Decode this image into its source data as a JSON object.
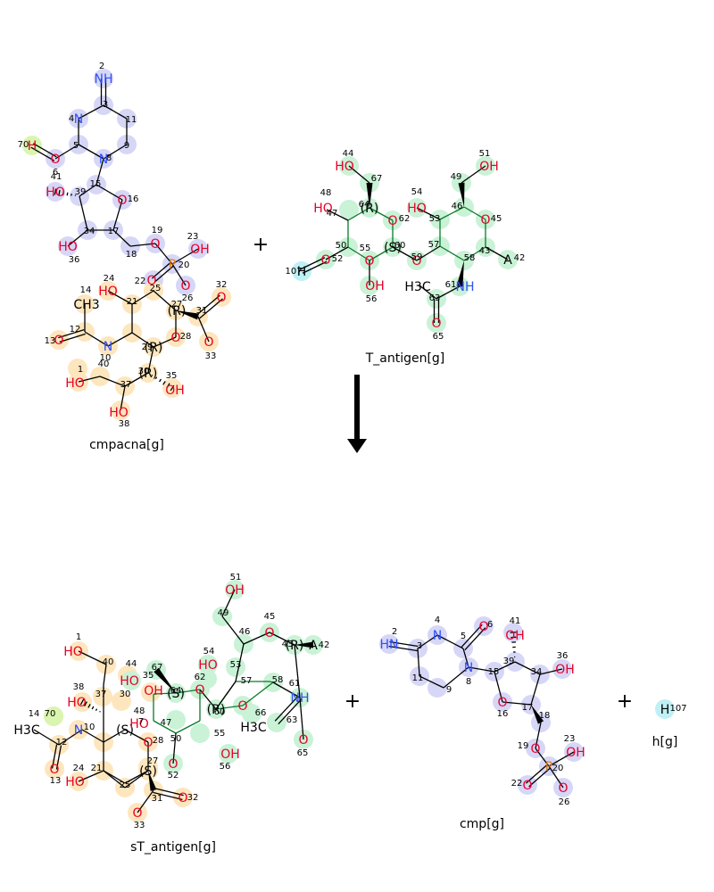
{
  "reaction": {
    "plus_sign": "+",
    "reactants": [
      {
        "id": "cmpacna",
        "caption": "cmpacna[g]"
      },
      {
        "id": "t_antigen",
        "caption": "T_antigen[g]"
      }
    ],
    "products": [
      {
        "id": "st_antigen",
        "caption": "sT_antigen[g]"
      },
      {
        "id": "cmp",
        "caption": "cmp[g]"
      },
      {
        "id": "h",
        "caption": "h[g]"
      }
    ]
  },
  "colors": {
    "blue_highlight": "#d6d6f7",
    "green_highlight": "#c9f2d6",
    "orange_highlight": "#fde6bd",
    "yellowgreen_highlight": "#d9f5b0",
    "cyan_highlight": "#bff0f5",
    "bond": "#000000",
    "oxygen": "#e8002a",
    "nitrogen": "#3050f8",
    "phosphorus": "#e07a10",
    "ring_green_bond": "#0a7a28"
  }
}
